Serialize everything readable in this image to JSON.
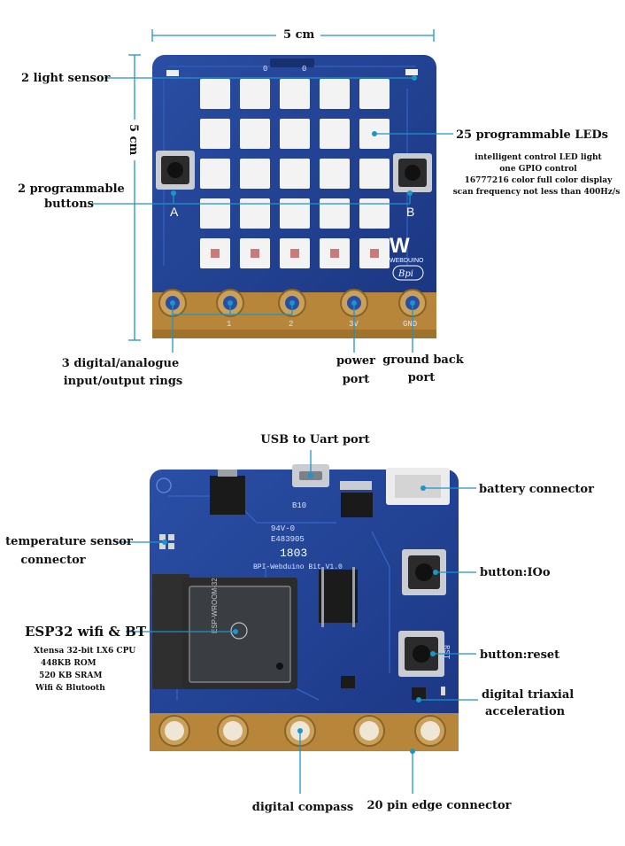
{
  "dimensions": {
    "width": "5 cm",
    "height": "5 cm"
  },
  "front": {
    "labels": {
      "light_sensor": "2 light sensor",
      "leds": "25 programmable LEDs",
      "buttons_line1": "2 programmable",
      "buttons_line2": "buttons",
      "rings_line1": "3 digital/analogue",
      "rings_line2": "input/output rings",
      "power_line1": "power",
      "power_line2": "port",
      "ground_line1": "ground back",
      "ground_line2": "port"
    },
    "led_specs": [
      "intelligent control LED light",
      "one GPIO control",
      "16777216 color full color display",
      "scan frequency not less than 400Hz/s"
    ],
    "silkscreen": {
      "button_a": "A",
      "button_b": "B",
      "pad_1": "1",
      "pad_2": "2",
      "pad_3v": "3V",
      "pad_gnd": "GND",
      "brand": "WEBDUINO",
      "logo_mark": "W",
      "bpi": "Bpi"
    }
  },
  "back": {
    "labels": {
      "usb": "USB to Uart port",
      "battery": "battery connector",
      "temp_line1": "temperature sensor",
      "temp_line2": "connector",
      "button_io0": "button:IOo",
      "esp32": "ESP32 wifi & BT",
      "button_reset": "button:reset",
      "accel_line1": "digital triaxial",
      "accel_line2": "acceleration",
      "compass": "digital compass",
      "edge": "20 pin edge connector"
    },
    "esp32_specs": [
      "Xtensa 32-bit LX6 CPU",
      "448KB ROM",
      "520 KB SRAM",
      "Wifi & Blutooth"
    ],
    "silkscreen": {
      "board_name": "BPI-Webduino Bit V1.0",
      "code": "1803",
      "module": "ESP-WROOM-32",
      "rst": "RST"
    }
  },
  "colors": {
    "pcb": "#1f3f8f",
    "pad_gold": "#b8863a",
    "leader": "#1c95c8"
  },
  "icon_names": [
    "led-cell-icon",
    "push-button-icon",
    "edge-pad-icon",
    "esp32-module-icon",
    "usb-port-icon"
  ]
}
